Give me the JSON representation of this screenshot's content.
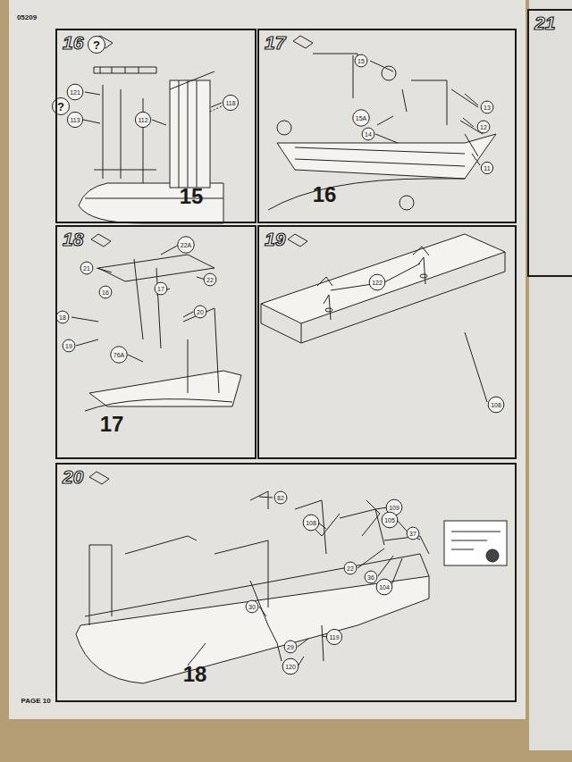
{
  "diagram": {
    "nodes": [
      {
        "text": [
          "16"
        ]
      },
      {
        "text": [
          "17"
        ]
      },
      {
        "text": [
          "18"
        ]
      },
      {
        "text": [
          "19"
        ]
      },
      {
        "text": [
          "20"
        ]
      },
      {
        "text": [
          "21"
        ]
      }
    ],
    "labels": [
      "05209",
      "?",
      "121",
      "?",
      "113",
      "112",
      "118",
      "15",
      "15",
      "13",
      "15A",
      "14",
      "12",
      "11",
      "16",
      "22A",
      "21",
      "22",
      "16",
      "17",
      "20",
      "18",
      "19",
      "76A",
      "17",
      "122",
      "108",
      "82",
      "108",
      "109",
      "105",
      "37",
      "22",
      "36",
      "104",
      "30",
      "29",
      "119",
      "120",
      "18",
      "PAGE 10"
    ]
  }
}
